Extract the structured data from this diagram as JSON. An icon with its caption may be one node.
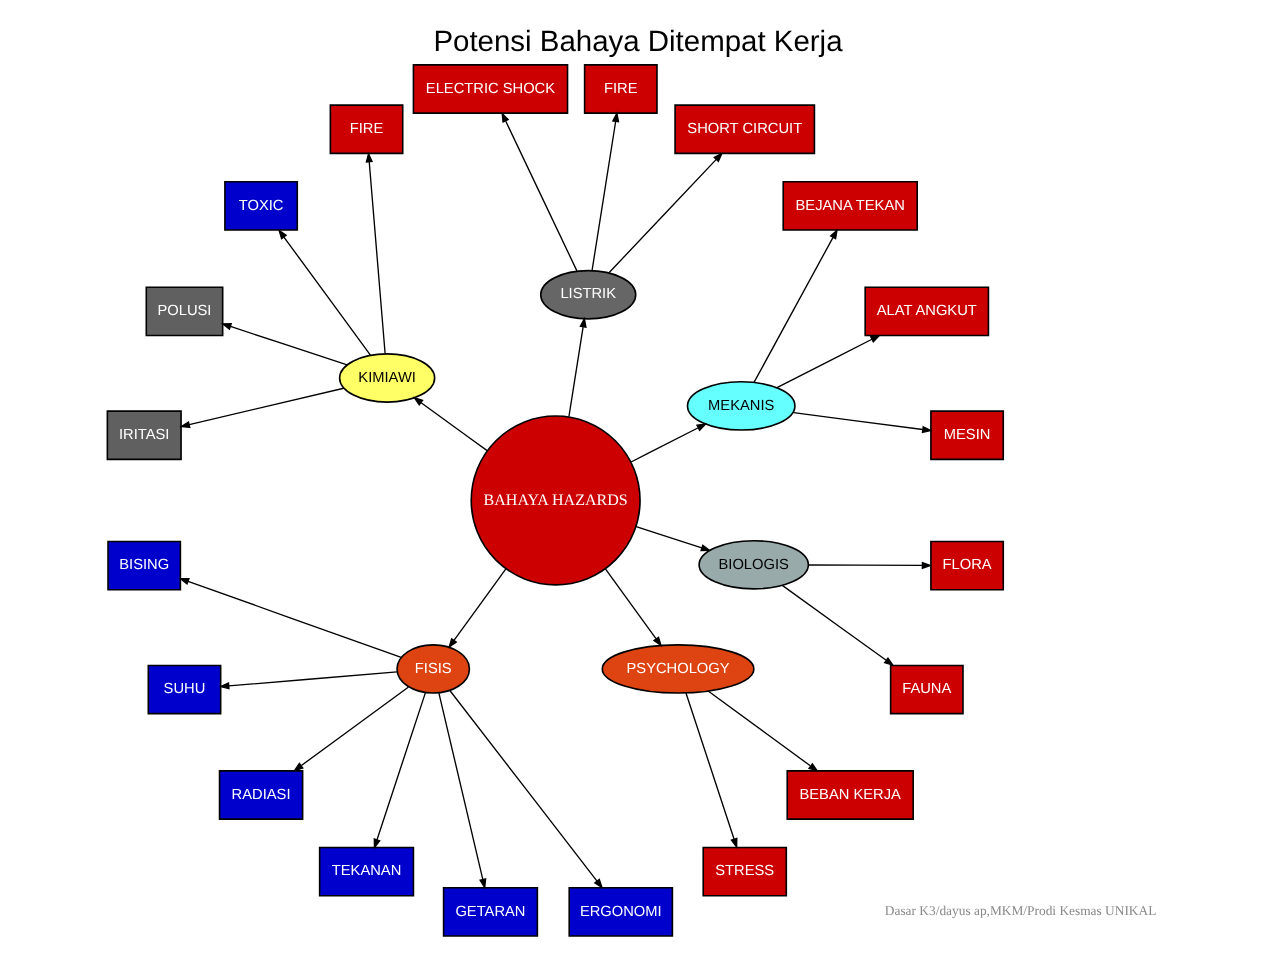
{
  "diagram": {
    "title": "Potensi Bahaya Ditempat Kerja",
    "nodes": [
      {
        "text": [
          "BAHAYA HAZARDS"
        ]
      },
      {
        "text": [
          "MEKANIS"
        ]
      },
      {
        "text": [
          "MESIN"
        ]
      },
      {
        "text": [
          "ALAT ANGKUT"
        ]
      },
      {
        "text": [
          "BEJANA TEKAN"
        ]
      },
      {
        "text": [
          "LISTRIK"
        ]
      },
      {
        "text": [
          "SHORT CIRCUIT"
        ]
      },
      {
        "text": [
          "FIRE"
        ]
      },
      {
        "text": [
          "ELECTRIC SHOCK"
        ]
      },
      {
        "text": [
          "KIMIAWI"
        ]
      },
      {
        "text": [
          "FIRE"
        ]
      },
      {
        "text": [
          "TOXIC"
        ]
      },
      {
        "text": [
          "POLUSI"
        ]
      },
      {
        "text": [
          "IRITASI"
        ]
      },
      {
        "text": [
          "FISIS"
        ]
      },
      {
        "text": [
          "BISING"
        ]
      },
      {
        "text": [
          "SUHU"
        ]
      },
      {
        "text": [
          "RADIASI"
        ]
      },
      {
        "text": [
          "TEKANAN"
        ]
      },
      {
        "text": [
          "GETARAN"
        ]
      },
      {
        "text": [
          "ERGONOMI"
        ]
      },
      {
        "text": [
          "PSYCHOLOGY"
        ]
      },
      {
        "text": [
          "STRESS"
        ]
      },
      {
        "text": [
          "BEBAN KERJA"
        ]
      },
      {
        "text": [
          "BIOLOGIS"
        ]
      },
      {
        "text": [
          "FAUNA"
        ]
      },
      {
        "text": [
          "FLORA"
        ]
      }
    ],
    "edges": [
      {
        "from": 0,
        "to": 1,
        "arrow": "to"
      },
      {
        "from": 1,
        "to": 2,
        "arrow": "to"
      },
      {
        "from": 1,
        "to": 3,
        "arrow": "to"
      },
      {
        "from": 1,
        "to": 4,
        "arrow": "to"
      },
      {
        "from": 0,
        "to": 5,
        "arrow": "to"
      },
      {
        "from": 5,
        "to": 6,
        "arrow": "to"
      },
      {
        "from": 5,
        "to": 7,
        "arrow": "to"
      },
      {
        "from": 5,
        "to": 8,
        "arrow": "to"
      },
      {
        "from": 0,
        "to": 9,
        "arrow": "to"
      },
      {
        "from": 9,
        "to": 10,
        "arrow": "to"
      },
      {
        "from": 9,
        "to": 11,
        "arrow": "to"
      },
      {
        "from": 9,
        "to": 12,
        "arrow": "to"
      },
      {
        "from": 9,
        "to": 13,
        "arrow": "to"
      },
      {
        "from": 0,
        "to": 14,
        "arrow": "to"
      },
      {
        "from": 14,
        "to": 15,
        "arrow": "to"
      },
      {
        "from": 14,
        "to": 16,
        "arrow": "to"
      },
      {
        "from": 14,
        "to": 17,
        "arrow": "to"
      },
      {
        "from": 14,
        "to": 18,
        "arrow": "to"
      },
      {
        "from": 14,
        "to": 19,
        "arrow": "to"
      },
      {
        "from": 14,
        "to": 20,
        "arrow": "to"
      },
      {
        "from": 0,
        "to": 21,
        "arrow": "to"
      },
      {
        "from": 21,
        "to": 22,
        "arrow": "to"
      },
      {
        "from": 21,
        "to": 23,
        "arrow": "to"
      },
      {
        "from": 0,
        "to": 24,
        "arrow": "to"
      },
      {
        "from": 24,
        "to": 25,
        "arrow": "to"
      },
      {
        "from": 24,
        "to": 26,
        "arrow": "to"
      }
    ],
    "labels": [
      "Dasar K3/dayus ap,MKM/Prodi Kesmas UNIKAL"
    ]
  }
}
